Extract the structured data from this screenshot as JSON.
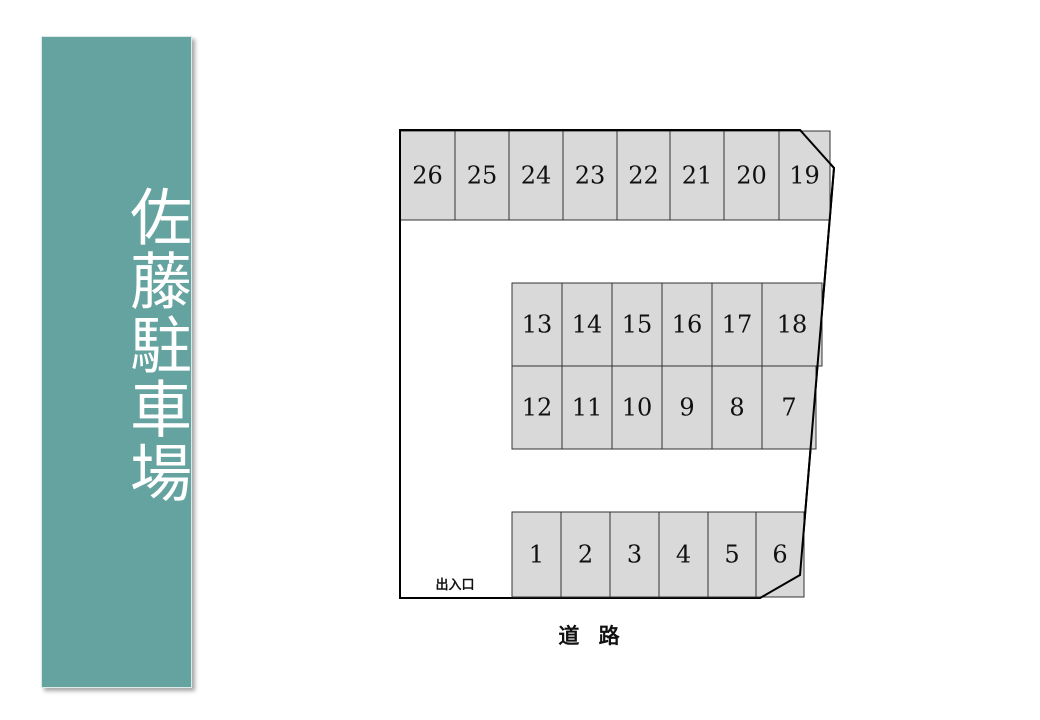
{
  "title": "佐藤駐車場",
  "entrance_label": "出入口",
  "road_label": "道 路",
  "rows": {
    "top": [
      "26",
      "25",
      "24",
      "23",
      "22",
      "21",
      "20",
      "19"
    ],
    "middle_upper": [
      "13",
      "14",
      "15",
      "16",
      "17",
      "18"
    ],
    "middle_lower": [
      "12",
      "11",
      "10",
      "9",
      "8",
      "7"
    ],
    "bottom": [
      "1",
      "2",
      "3",
      "4",
      "5",
      "6"
    ]
  },
  "colors": {
    "panel": "#64a39f",
    "space_fill": "#d9d9d9"
  }
}
